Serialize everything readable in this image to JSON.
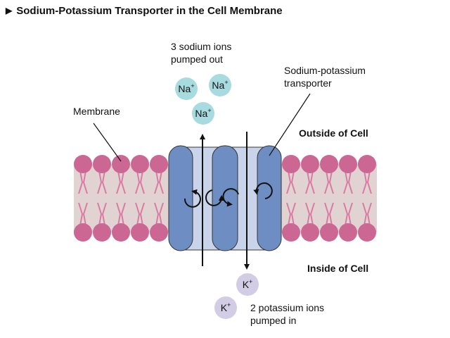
{
  "title": "Sodium-Potassium Transporter in the Cell Membrane",
  "labels": {
    "sodium_top": "3 sodium ions",
    "sodium_bottom": "pumped out",
    "transporter_top": "Sodium-potassium",
    "transporter_bottom": "transporter",
    "membrane": "Membrane",
    "outside": "Outside of Cell",
    "inside": "Inside of Cell",
    "potassium_top": "2 potassium ions",
    "potassium_bottom": "pumped in"
  },
  "ions": {
    "sodium": {
      "symbol": "Na",
      "charge": "+",
      "count": 3
    },
    "potassium": {
      "symbol": "K",
      "charge": "+",
      "count": 2
    }
  },
  "colors": {
    "lipid_head": "#cc6693",
    "lipid_tail": "#d97aa3",
    "membrane_core": "#e2d3d3",
    "protein": "#6e8ec3",
    "protein_stroke": "#3a3a3a",
    "channel": "#c9d3ea",
    "sodium_ion": "#a7dbe0",
    "potassium_ion": "#d2cce4"
  }
}
